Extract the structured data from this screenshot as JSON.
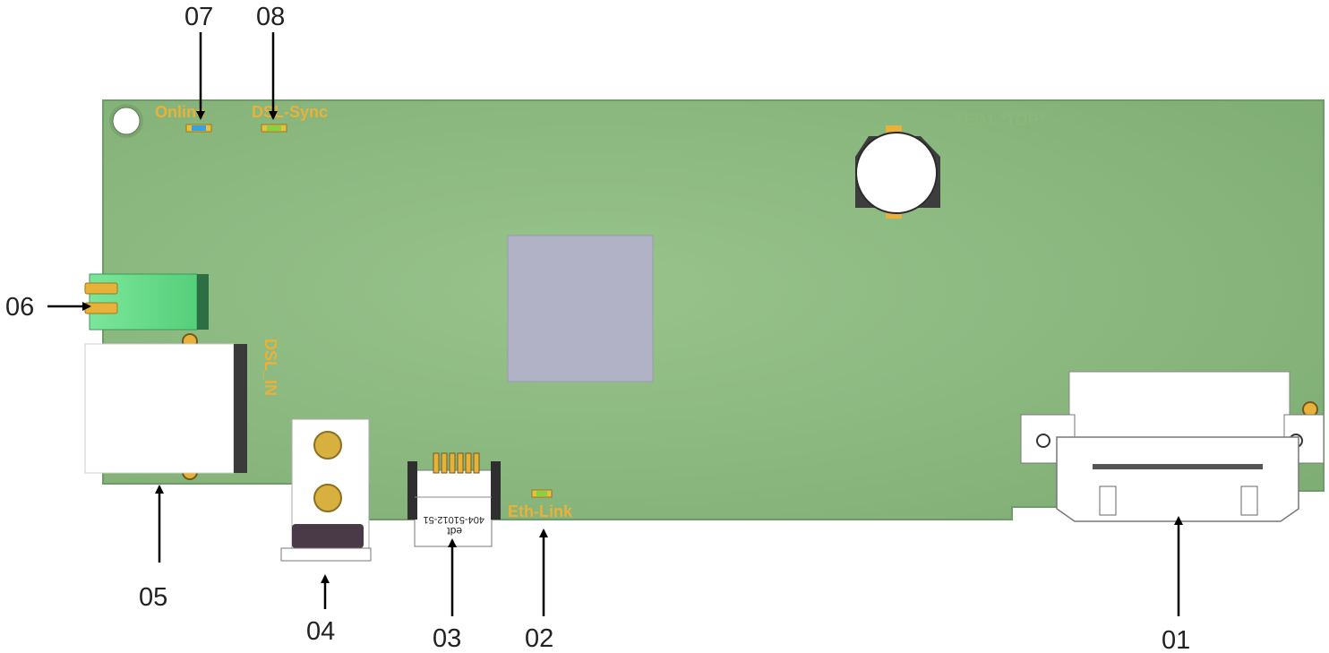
{
  "silkscreen": {
    "online": "Online",
    "dsl_sync": "DSL-Sync",
    "board_id": "TED1 *TOP*",
    "dsl_in": "DSL_IN",
    "eth_link": "Eth-Link",
    "connector_part_1": "404-51012-51",
    "connector_part_2": "edt"
  },
  "callouts": {
    "c01": "01",
    "c02": "02",
    "c03": "03",
    "c04": "04",
    "c05": "05",
    "c06": "06",
    "c07": "07",
    "c08": "08"
  },
  "colors": {
    "pcb": "#8fbb84",
    "pcb_edge": "#6f9b68",
    "silkscreen": "#e8b13a",
    "chip": "#b2b2c6",
    "terminal_block": "#67dc8a",
    "led_blue": "#3aa0e0",
    "led_green": "#8ad040"
  }
}
